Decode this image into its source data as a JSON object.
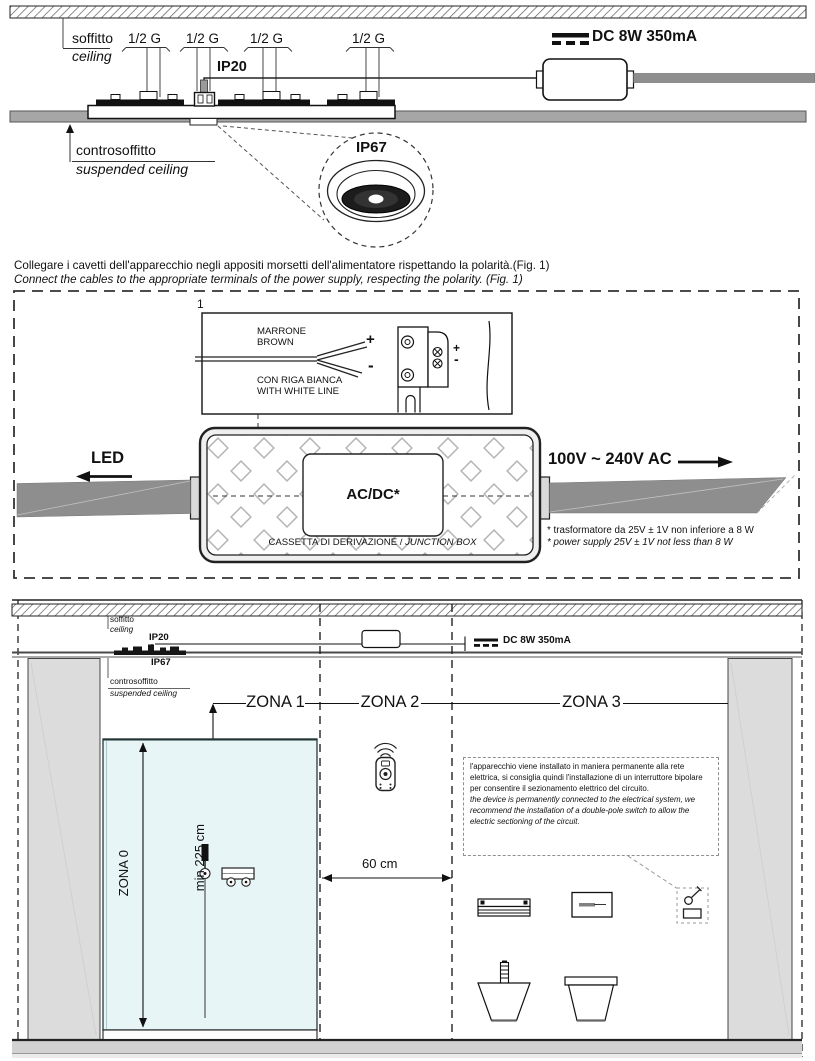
{
  "top_figure": {
    "soffitto": "soffitto",
    "ceiling": "ceiling",
    "half_g": [
      "1/2 G",
      "1/2 G",
      "1/2 G",
      "1/2 G"
    ],
    "ip20": "IP20",
    "dc_label": "DC 8W 350mA",
    "controsoffitto": "controsoffitto",
    "suspended_ceiling": "suspended ceiling",
    "ip67": "IP67"
  },
  "instructions": {
    "line_it": "Collegare i cavetti dell'apparecchio negli appositi morsetti dell'alimentatore rispettando la polarità.(Fig. 1)",
    "line_en": "Connect the cables to the appropriate terminals of the power supply, respecting the polarity. (Fig. 1)"
  },
  "figure1": {
    "number": "1",
    "marrone": "MARRONE",
    "brown": "BROWN",
    "plus": "+",
    "minus": "-",
    "con_riga_bianca": "CON RIGA BIANCA",
    "with_white_line": "WITH WHITE LINE",
    "terminal_plus": "+",
    "terminal_minus": "-",
    "led": "LED",
    "acdc": "AC/DC*",
    "junction_caption_it": "CASSETTA DI DERIVAZIONE /",
    "junction_caption_en": "JUNCTION BOX",
    "voltage": "100V ~ 240V AC",
    "note_it": "* trasformatore da 25V ± 1V non inferiore a 8 W",
    "note_en": "* power supply 25V ± 1V not less than 8 W"
  },
  "zones_figure": {
    "soffitto": "soffitto",
    "ceiling": "ceiling",
    "ip20": "IP20",
    "ip67": "IP67",
    "dc_label": "DC 8W 350mA",
    "controsoffitto": "controsoffitto",
    "suspended_ceiling": "suspended ceiling",
    "zona0": "ZONA 0",
    "zona1": "ZONA 1",
    "zona2": "ZONA 2",
    "zona3": "ZONA 3",
    "min_height": "min 225 cm",
    "distance": "60 cm",
    "note_it": "l'apparecchio viene installato in maniera permanente alla rete elettrica, si consiglia quindi l'installazione di un interruttore bipolare per consentire il sezionamento elettrico del circuito.",
    "note_en": "the device is permanently connected to the electrical system, we recommend the installation of a double-pole switch to allow the electric sectioning of the circuit."
  },
  "colors": {
    "wall_gray": "#dcdcdc",
    "floor_gray": "#d2d2d2",
    "shower_glass": "#e7f5f6",
    "cable_gray": "#8e8e8e",
    "band_gray": "#a6a6a6",
    "line_black": "#1a1a1a"
  }
}
